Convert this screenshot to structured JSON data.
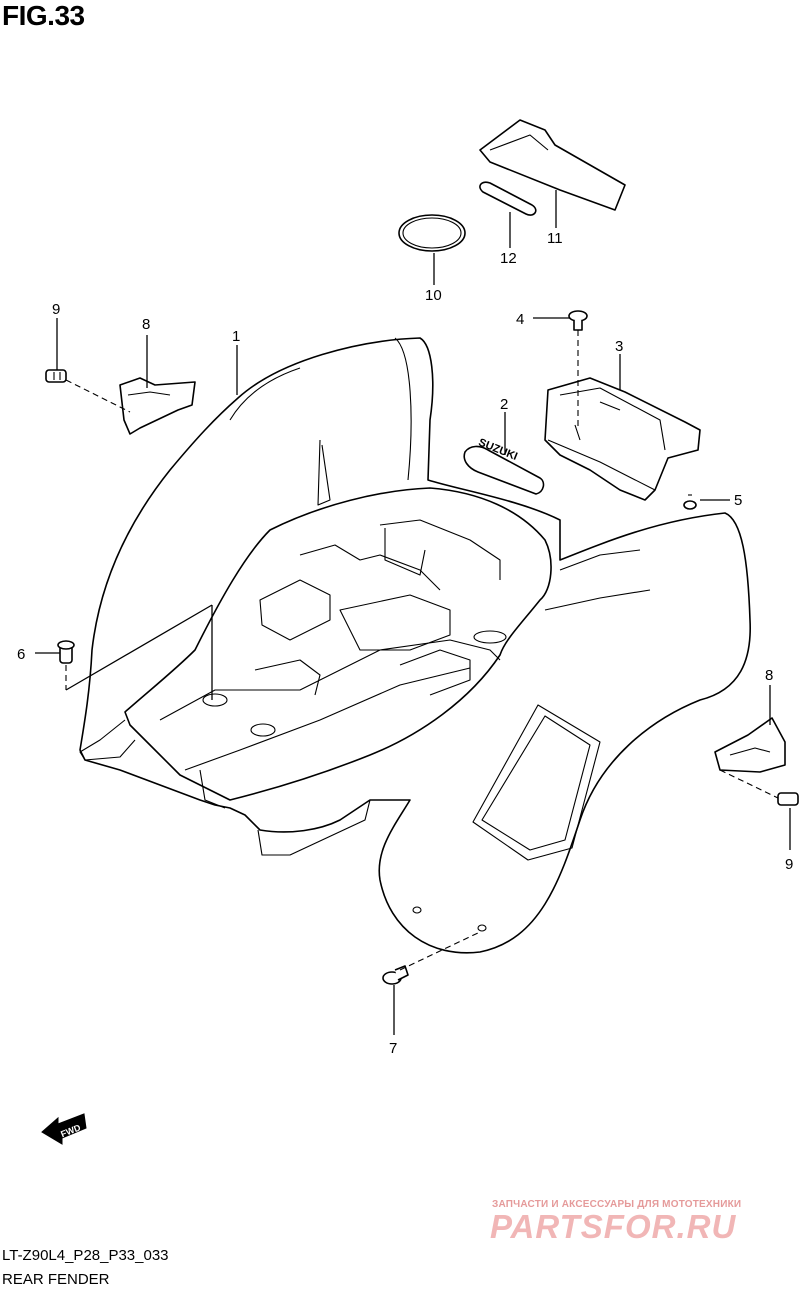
{
  "figure": {
    "title": "FIG.33"
  },
  "callouts": [
    {
      "id": "c1",
      "label": "1"
    },
    {
      "id": "c2",
      "label": "2"
    },
    {
      "id": "c3",
      "label": "3"
    },
    {
      "id": "c4",
      "label": "4"
    },
    {
      "id": "c5",
      "label": "5"
    },
    {
      "id": "c6",
      "label": "6"
    },
    {
      "id": "c7",
      "label": "7"
    },
    {
      "id": "c8a",
      "label": "8"
    },
    {
      "id": "c8b",
      "label": "8"
    },
    {
      "id": "c9a",
      "label": "9"
    },
    {
      "id": "c9b",
      "label": "9"
    },
    {
      "id": "c10",
      "label": "10"
    },
    {
      "id": "c11",
      "label": "11"
    },
    {
      "id": "c12",
      "label": "12"
    }
  ],
  "decal_text": "SUZUKI",
  "direction_badge": "FWD",
  "footer": {
    "code": "LT-Z90L4_P28_P33_033",
    "name": "REAR FENDER"
  },
  "watermark": {
    "tagline": "ЗАПЧАСТИ И АКСЕССУАРЫ ДЛЯ МОТОТЕХНИКИ",
    "logo": "PARTSFOR.RU"
  }
}
